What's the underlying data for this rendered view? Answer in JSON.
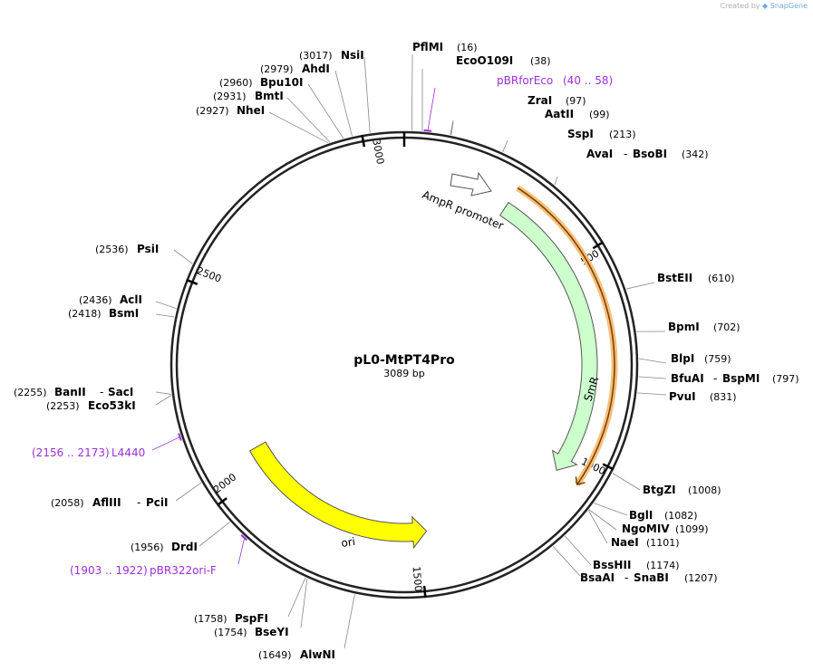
{
  "credit": {
    "prefix": "Created by",
    "brand": "SnapGene"
  },
  "plasmid": {
    "name": "pL0-MtPT4Pro",
    "length_label": "3089 bp",
    "length": 3089
  },
  "ticks": [
    "500",
    "1000",
    "1500",
    "2000",
    "2500",
    "3000"
  ],
  "features": [
    {
      "name": "AmpR promoter",
      "start": 105,
      "end": 209,
      "dir": 1,
      "color": "#ffffff"
    },
    {
      "name": "SmR",
      "start": 280,
      "end": 1070,
      "dir": 1,
      "color": "#ccffcc"
    },
    {
      "name": "ori",
      "start": 1479,
      "end": 2067,
      "dir": -1,
      "color": "#ffff00"
    }
  ],
  "primers": [
    {
      "name": "pBRforEco",
      "range": "(40 .. 58)"
    },
    {
      "name": "L4440",
      "range": "(2156 .. 2173)"
    },
    {
      "name": "pBR322ori-F",
      "range": "(1903 .. 1922)"
    }
  ],
  "sites": [
    {
      "name": "PflMI",
      "pos": "(16)"
    },
    {
      "name": "EcoO109I",
      "pos": "(38)"
    },
    {
      "name": "ZraI",
      "pos": "(97)"
    },
    {
      "name": "AatII",
      "pos": "(99)"
    },
    {
      "name": "SspI",
      "pos": "(213)"
    },
    {
      "name": "AvaI",
      "name2": "BsoBI",
      "pos": "(342)"
    },
    {
      "name": "BstEII",
      "pos": "(610)"
    },
    {
      "name": "BpmI",
      "pos": "(702)"
    },
    {
      "name": "BlpI",
      "pos": "(759)"
    },
    {
      "name": "BfuAI",
      "name2": "BspMI",
      "pos": "(797)"
    },
    {
      "name": "PvuI",
      "pos": "(831)"
    },
    {
      "name": "BtgZI",
      "pos": "(1008)"
    },
    {
      "name": "BglI",
      "pos": "(1082)"
    },
    {
      "name": "NgoMIV",
      "pos": "(1099)"
    },
    {
      "name": "NaeI",
      "pos": "(1101)"
    },
    {
      "name": "BssHII",
      "pos": "(1174)"
    },
    {
      "name": "BsaAI",
      "name2": "SnaBI",
      "pos": "(1207)"
    },
    {
      "name": "AlwNI",
      "pos": "(1649)"
    },
    {
      "name": "BseYI",
      "pos": "(1754)"
    },
    {
      "name": "PspFI",
      "pos": "(1758)"
    },
    {
      "name": "DrdI",
      "pos": "(1956)"
    },
    {
      "name": "AflIII",
      "name2": "PciI",
      "pos": "(2058)"
    },
    {
      "name": "Eco53kI",
      "pos": "(2253)"
    },
    {
      "name": "BanII",
      "name2": "SacI",
      "pos": "(2255)"
    },
    {
      "name": "BsmI",
      "pos": "(2418)"
    },
    {
      "name": "AclI",
      "pos": "(2436)"
    },
    {
      "name": "PsiI",
      "pos": "(2536)"
    },
    {
      "name": "NheI",
      "pos": "(2927)"
    },
    {
      "name": "BmtI",
      "pos": "(2931)"
    },
    {
      "name": "Bpu10I",
      "pos": "(2960)"
    },
    {
      "name": "AhdI",
      "pos": "(2979)"
    },
    {
      "name": "NsiI",
      "pos": "(3017)"
    }
  ]
}
